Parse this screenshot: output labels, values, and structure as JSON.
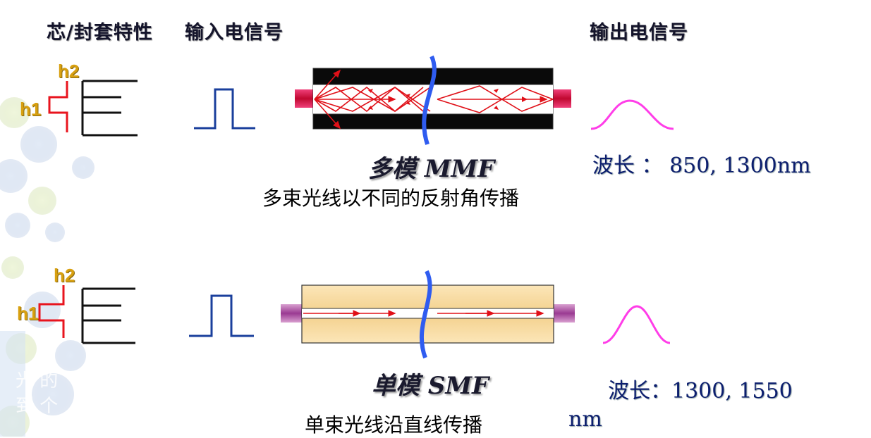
{
  "headers": {
    "core_cladding": "芯/封套特性",
    "input_signal": "输入电信号",
    "output_signal": "输出电信号"
  },
  "mmf": {
    "h1": "h1",
    "h2": "h2",
    "title": "多模 MMF",
    "description": "多束光线以不同的反射角传播",
    "wavelength": "波长 ： 850, 1300nm"
  },
  "smf": {
    "h1": "h1",
    "h2": "h2",
    "title": "单模 SMF",
    "description": "单束光线沿直线传播",
    "wavelength": "波长：1300, 1550",
    "wavelength_unit": "nm"
  },
  "background_text": {
    "line1": "光  的",
    "line2": "到  个"
  },
  "colors": {
    "profile_red": "#e8141e",
    "pulse_blue": "#1a3f9c",
    "output_pink": "#ff3de8",
    "cut_blue": "#2f5cf0",
    "mmf_jacket": "#0a0a0a",
    "mmf_connector": "#d01040",
    "smf_jacket": "#f8d99a",
    "smf_connector": "#a84aa0",
    "ray_red": "#e01018"
  }
}
